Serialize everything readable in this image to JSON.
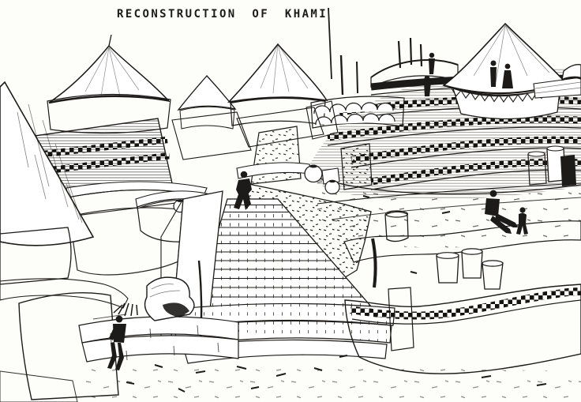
{
  "artwork": {
    "title": "RECONSTRUCTION OF KHAMI",
    "palette": {
      "ink": "#1d1b19",
      "paper": "#fdfdfa"
    },
    "elements": [
      "great conical thatched roof (far left)",
      "hut with herringbone eave band on checker-patterned terrace wall",
      "small hut with diamond eave band",
      "central hut with black-triangle eave band",
      "scalloped-arch wall with wooden poles",
      "diamond-lattice platform wall",
      "large white-roofed hut with zigzag eave trim",
      "sweeping terrace walls with checkerboard courses",
      "grand central staircase",
      "coursed brick retaining walls",
      "wavy foreground wall with checker course",
      "clay pots and cylindrical grain bins",
      "boulder and grass tuft",
      "seated and standing human figures",
      "scattered ground debris"
    ]
  }
}
